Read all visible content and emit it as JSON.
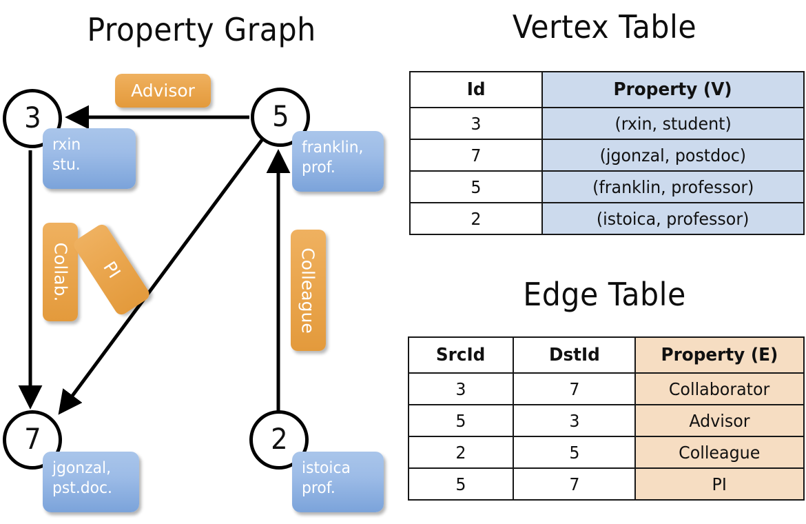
{
  "titles": {
    "property_graph": "Property Graph",
    "vertex_table": "Vertex Table",
    "edge_table": "Edge Table"
  },
  "colors": {
    "vertex_property_fill": "#ccdaed",
    "edge_property_fill": "#f6ddc2",
    "node_callout_blue": "#9dbce7",
    "edge_label_orange": "#eaa64e",
    "border": "#161616",
    "background": "#ffffff"
  },
  "graph": {
    "vertices": [
      {
        "id": "3",
        "property_lines": [
          "rxin",
          "stu."
        ]
      },
      {
        "id": "5",
        "property_lines": [
          "franklin,",
          "prof."
        ]
      },
      {
        "id": "7",
        "property_lines": [
          "jgonzal,",
          "pst.doc."
        ]
      },
      {
        "id": "2",
        "property_lines": [
          "istoica",
          "prof."
        ]
      }
    ],
    "edge_labels": [
      {
        "name": "advisor",
        "text": "Advisor",
        "from": "5",
        "to": "3"
      },
      {
        "name": "collab",
        "text": "Collab.",
        "from": "3",
        "to": "7"
      },
      {
        "name": "pi",
        "text": "PI",
        "from": "5",
        "to": "7"
      },
      {
        "name": "colleague",
        "text": "Colleague",
        "from": "2",
        "to": "5"
      }
    ]
  },
  "vertex_table": {
    "headers": [
      "Id",
      "Property (V)"
    ],
    "rows": [
      {
        "id": "3",
        "property": "(rxin, student)"
      },
      {
        "id": "7",
        "property": "(jgonzal, postdoc)"
      },
      {
        "id": "5",
        "property": "(franklin, professor)"
      },
      {
        "id": "2",
        "property": "(istoica, professor)"
      }
    ]
  },
  "edge_table": {
    "headers": [
      "SrcId",
      "DstId",
      "Property (E)"
    ],
    "rows": [
      {
        "src": "3",
        "dst": "7",
        "property": "Collaborator"
      },
      {
        "src": "5",
        "dst": "3",
        "property": "Advisor"
      },
      {
        "src": "2",
        "dst": "5",
        "property": "Colleague"
      },
      {
        "src": "5",
        "dst": "7",
        "property": "PI"
      }
    ]
  }
}
